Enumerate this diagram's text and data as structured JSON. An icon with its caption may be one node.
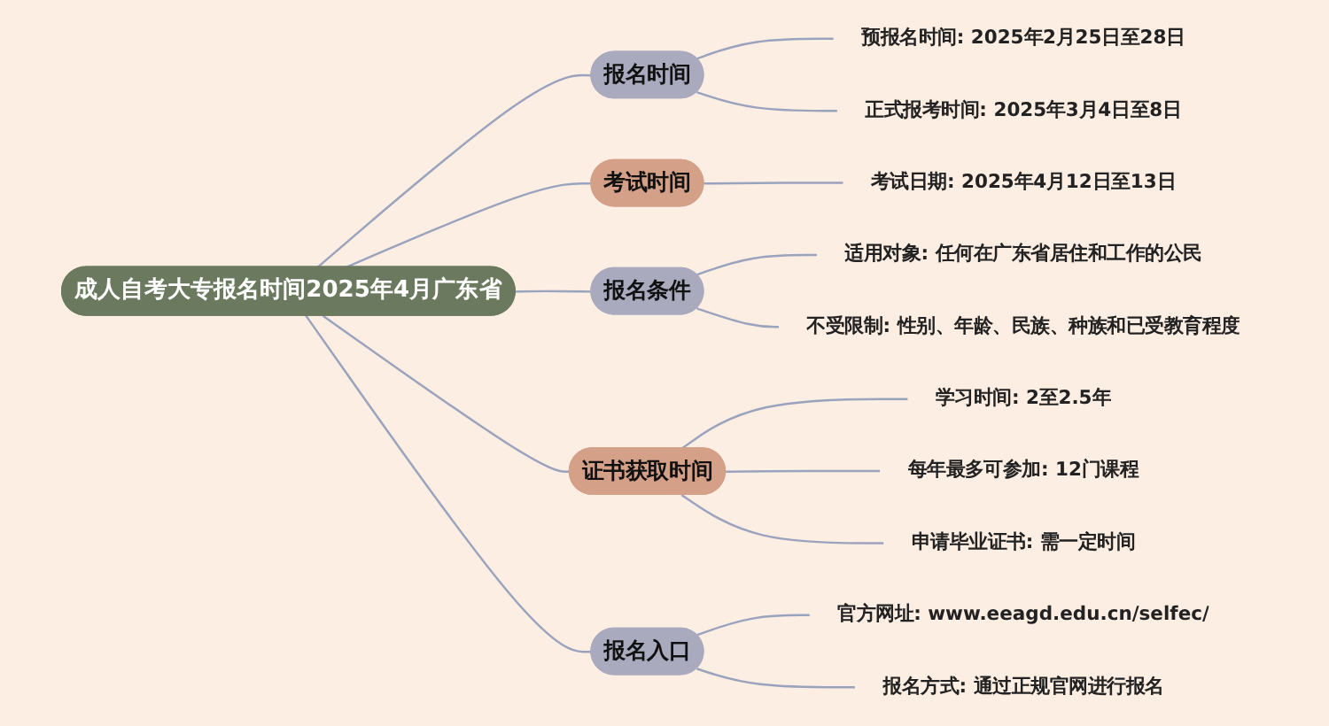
{
  "diagram": {
    "nodes": [
      {
        "text": [
          "成人自考大专报名时间2025年4月广东省"
        ]
      },
      {
        "text": [
          "报名时间"
        ]
      },
      {
        "text": [
          "预报名时间: 2025年2月25日至28日"
        ]
      },
      {
        "text": [
          "正式报考时间: 2025年3月4日至8日"
        ]
      },
      {
        "text": [
          "考试时间"
        ]
      },
      {
        "text": [
          "考试日期: 2025年4月12日至13日"
        ]
      },
      {
        "text": [
          "报名条件"
        ]
      },
      {
        "text": [
          "适用对象: 任何在广东省居住和工作的公民"
        ]
      },
      {
        "text": [
          "不受限制: 性别、年龄、民族、种族和已受教育程度"
        ]
      },
      {
        "text": [
          "证书获取时间"
        ]
      },
      {
        "text": [
          "学习时间: 2至2.5年"
        ]
      },
      {
        "text": [
          "每年最多可参加: 12门课程"
        ]
      },
      {
        "text": [
          "申请毕业证书: 需一定时间"
        ]
      },
      {
        "text": [
          "报名入口"
        ]
      },
      {
        "text": [
          "官方网址: www.eeagd.edu.cn/selfec/"
        ]
      },
      {
        "text": [
          "报名方式: 通过正规官网进行报名"
        ]
      }
    ],
    "edges": [
      {
        "from": 0,
        "to": 1,
        "arrow": "none"
      },
      {
        "from": 1,
        "to": 2,
        "arrow": "none"
      },
      {
        "from": 1,
        "to": 3,
        "arrow": "none"
      },
      {
        "from": 0,
        "to": 4,
        "arrow": "none"
      },
      {
        "from": 4,
        "to": 5,
        "arrow": "none"
      },
      {
        "from": 0,
        "to": 6,
        "arrow": "none"
      },
      {
        "from": 6,
        "to": 7,
        "arrow": "none"
      },
      {
        "from": 6,
        "to": 8,
        "arrow": "none"
      },
      {
        "from": 0,
        "to": 9,
        "arrow": "none"
      },
      {
        "from": 9,
        "to": 10,
        "arrow": "none"
      },
      {
        "from": 9,
        "to": 11,
        "arrow": "none"
      },
      {
        "from": 9,
        "to": 12,
        "arrow": "none"
      },
      {
        "from": 0,
        "to": 13,
        "arrow": "none"
      },
      {
        "from": 13,
        "to": 14,
        "arrow": "none"
      },
      {
        "from": 13,
        "to": 15,
        "arrow": "none"
      }
    ]
  }
}
